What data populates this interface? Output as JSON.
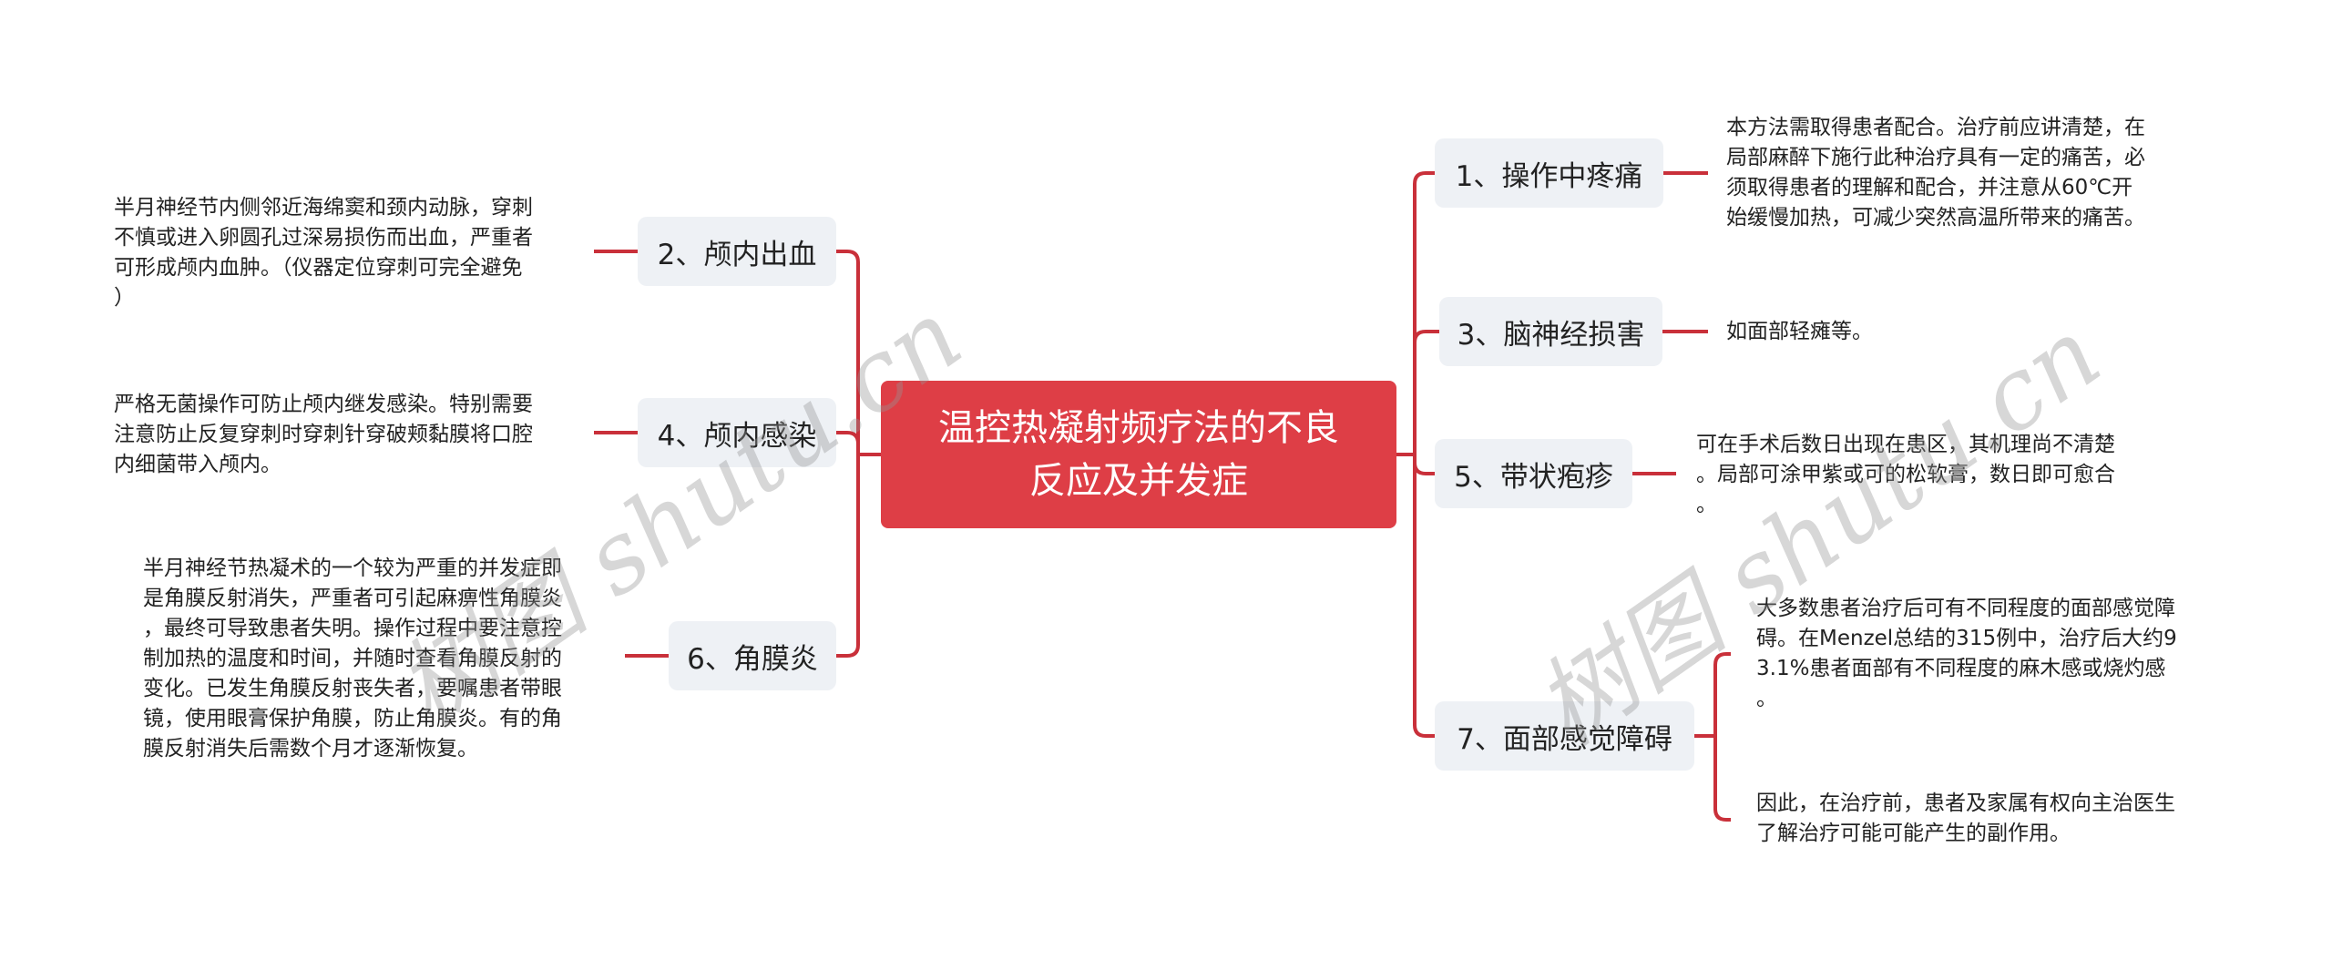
{
  "mindmap": {
    "root": {
      "label": "温控热凝射频疗法的不良\n反应及并发症",
      "line1": "温控热凝射频疗法的不良",
      "line2": "反应及并发症",
      "color": "#de3e46"
    },
    "accent_color": "#c9303a",
    "topic_bg": "#eef1f5",
    "left_branches": [
      {
        "label": "2、颅内出血",
        "notes": [
          "半月神经节内侧邻近海绵窦和颈内动脉，穿刺\n不慎或进入卵圆孔过深易损伤而出血，严重者\n可形成颅内血肿。（仪器定位穿刺可完全避免\n）"
        ]
      },
      {
        "label": "4、颅内感染",
        "notes": [
          "严格无菌操作可防止颅内继发感染。特别需要\n注意防止反复穿刺时穿刺针穿破颊黏膜将口腔\n内细菌带入颅内。"
        ]
      },
      {
        "label": "6、角膜炎",
        "notes": [
          "半月神经节热凝术的一个较为严重的并发症即\n是角膜反射消失，严重者可引起麻痹性角膜炎\n，最终可导致患者失明。操作过程中要注意控\n制加热的温度和时间，并随时查看角膜反射的\n变化。已发生角膜反射丧失者，要嘱患者带眼\n镜，使用眼膏保护角膜，防止角膜炎。有的角\n膜反射消失后需数个月才逐渐恢复。"
        ]
      }
    ],
    "right_branches": [
      {
        "label": "1、操作中疼痛",
        "notes": [
          "本方法需取得患者配合。治疗前应讲清楚，在\n局部麻醉下施行此种治疗具有一定的痛苦，必\n须取得患者的理解和配合，并注意从60℃开\n始缓慢加热，可减少突然高温所带来的痛苦。"
        ]
      },
      {
        "label": "3、脑神经损害",
        "notes": [
          "如面部轻瘫等。"
        ]
      },
      {
        "label": "5、带状疱疹",
        "notes": [
          "可在手术后数日出现在患区，其机理尚不清楚\n。局部可涂甲紫或可的松软膏，数日即可愈合\n。"
        ]
      },
      {
        "label": "7、面部感觉障碍",
        "notes": [
          "大多数患者治疗后可有不同程度的面部感觉障\n碍。在Menzel总结的315例中，治疗后大约9\n3.1%患者面部有不同程度的麻木感或烧灼感\n。",
          "因此，在治疗前，患者及家属有权向主治医生\n了解治疗可能可能产生的副作用。"
        ]
      }
    ]
  },
  "watermarks": [
    "树图 shutu.cn",
    "树图 shutu.cn"
  ]
}
